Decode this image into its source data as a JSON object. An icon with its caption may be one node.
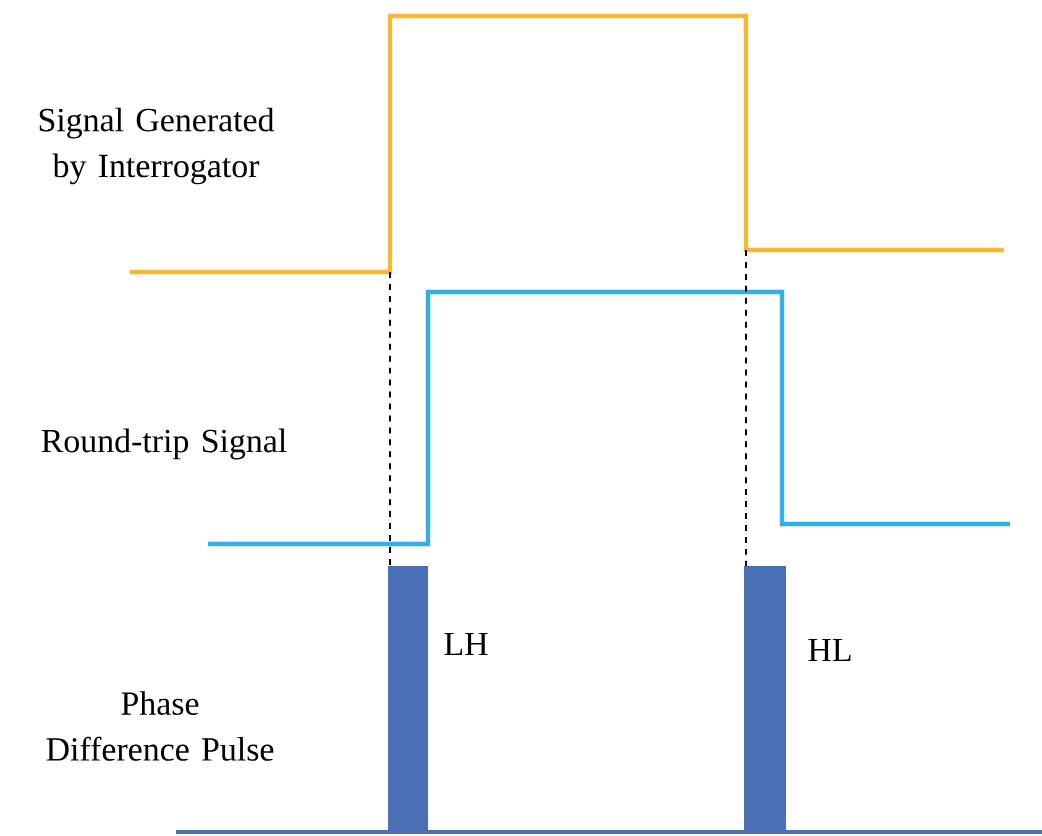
{
  "diagram": {
    "nodes": [
      {
        "text": [],
        "shape": "bar",
        "beside": [
          "LH"
        ]
      },
      {
        "text": [],
        "shape": "bar",
        "beside": [
          "HL"
        ]
      }
    ],
    "labels": [
      "Signal Generated by Interrogator",
      "Round-trip Signal",
      "Phase Difference Pulse"
    ]
  }
}
